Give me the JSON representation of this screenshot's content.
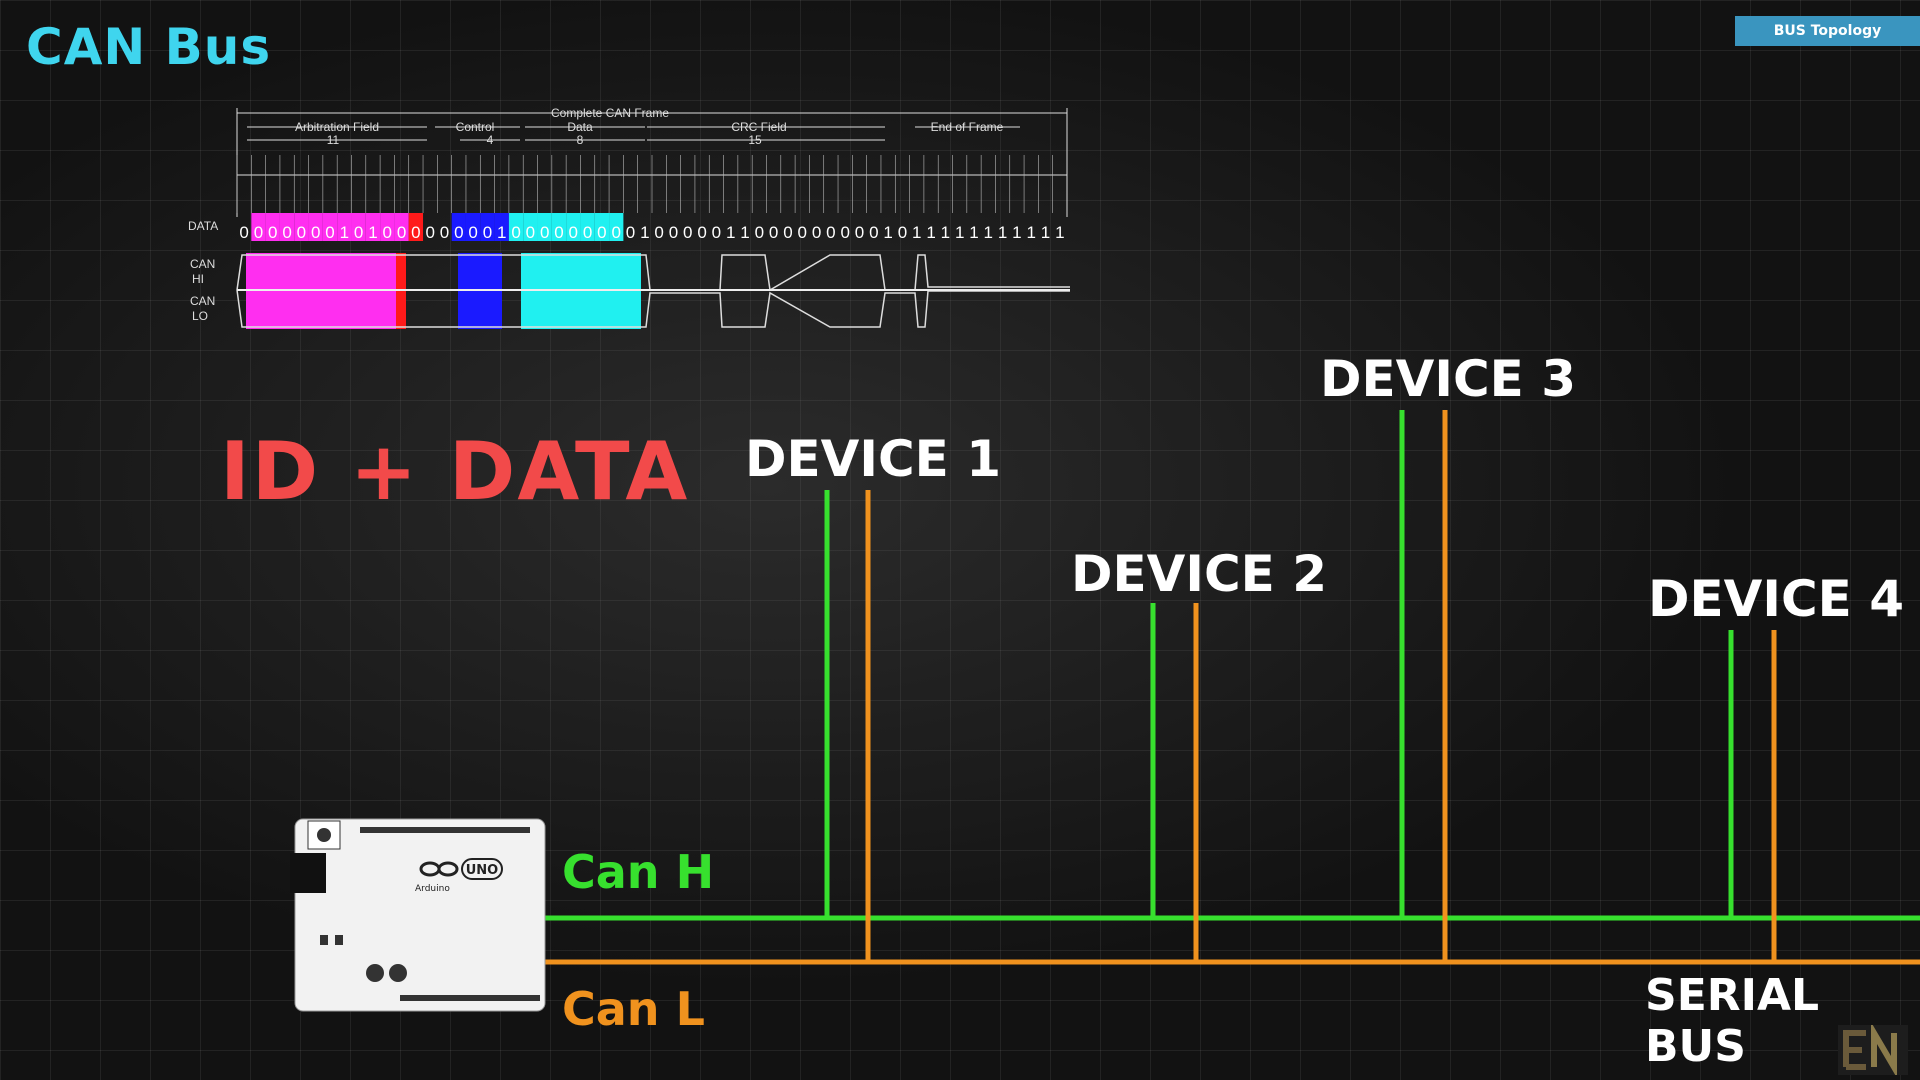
{
  "header": {
    "title": "CAN Bus",
    "badge": "BUS Topology"
  },
  "headline": "ID + DATA",
  "frame": {
    "complete_label": "Complete CAN Frame",
    "sections": [
      {
        "name": "Arbitration Field",
        "count": "11"
      },
      {
        "name": "Control",
        "count": "4"
      },
      {
        "name": "Data",
        "count": "8"
      },
      {
        "name": "CRC Field",
        "count": "15"
      },
      {
        "name": "End of Frame",
        "count": ""
      }
    ],
    "row_labels": {
      "data": "DATA",
      "can_hi_1": "CAN",
      "can_hi_2": "HI",
      "can_lo_1": "CAN",
      "can_lo_2": "LO"
    },
    "bits": "0000000101000000001000000000100000110000000001011111111111",
    "colors": {
      "arbitration": "#ff2ef0",
      "rtr": "#ff1a1a",
      "control": "#1a1aff",
      "data": "#20f0f0"
    }
  },
  "devices": [
    "DEVICE 1",
    "DEVICE 2",
    "DEVICE 3",
    "DEVICE 4"
  ],
  "wires": {
    "can_h": "Can H",
    "can_l": "Can L",
    "can_h_color": "#37e02e",
    "can_l_color": "#f0921e"
  },
  "serial_bus": "SERIAL BUS",
  "board": {
    "logo_text": "UNO",
    "brand": "Arduino"
  }
}
